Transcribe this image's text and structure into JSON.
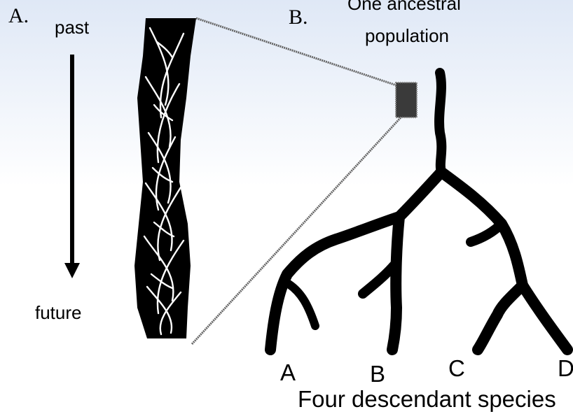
{
  "panel_a": {
    "letter": "A.",
    "top_label": "past",
    "bottom_label": "future"
  },
  "panel_b": {
    "letter": "B.",
    "ancestor_line1": "One ancestral",
    "ancestor_line2": "population"
  },
  "species": [
    "A",
    "B",
    "C",
    "D"
  ],
  "caption": "Four descendant species",
  "colors": {
    "ink": "#000000",
    "box": "#3a3a3a",
    "bg_top": "#dfe8f6"
  }
}
